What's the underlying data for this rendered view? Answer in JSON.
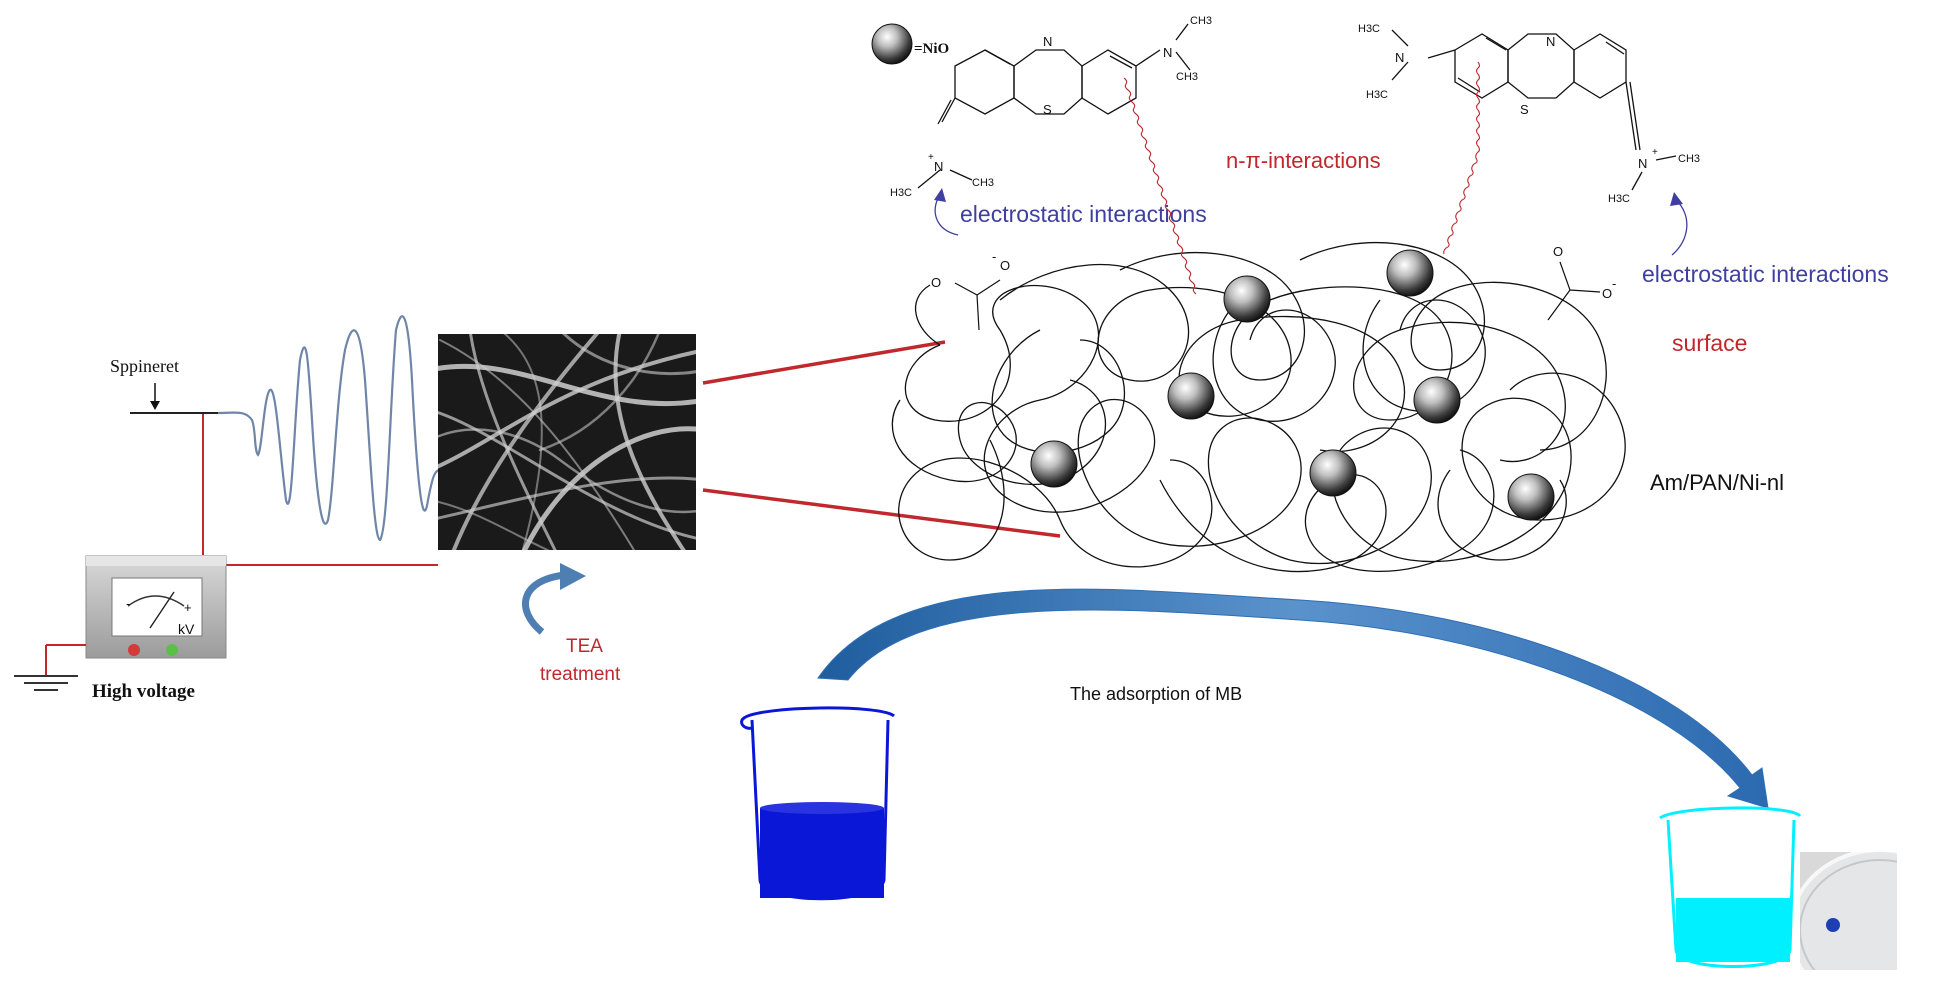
{
  "labels": {
    "spinneret": "Sppineret",
    "high_voltage": "High voltage",
    "kv": "kV",
    "meter_minus": "-",
    "meter_plus": "+",
    "tea_line1": "TEA",
    "tea_line2": "treatment",
    "nio_legend": "=NiO",
    "n_pi": "n-π-interactions",
    "electrostatic_left": "electrostatic interactions",
    "electrostatic_right": "electrostatic interactions",
    "surface": "surface",
    "composite": "Am/PAN/Ni-nl",
    "adsorption": "The adsorption of MB"
  },
  "molecule": {
    "atom_N": "N",
    "atom_S": "S",
    "methyl_left_top": "CH3",
    "methyl_left_bottom": "H3C",
    "methyl_right_top": "CH3",
    "methyl_right_bottom": "CH3",
    "nplus": "N",
    "plus": "+"
  },
  "colors": {
    "red_text": "#c0282d",
    "blue_text": "#3f3f9f",
    "red_line": "#c0282d",
    "wave": "#6f86a8",
    "beaker_dark": "#0b17d6",
    "beaker_light": "#00f0ff",
    "arrow": "#2f6fb4"
  }
}
